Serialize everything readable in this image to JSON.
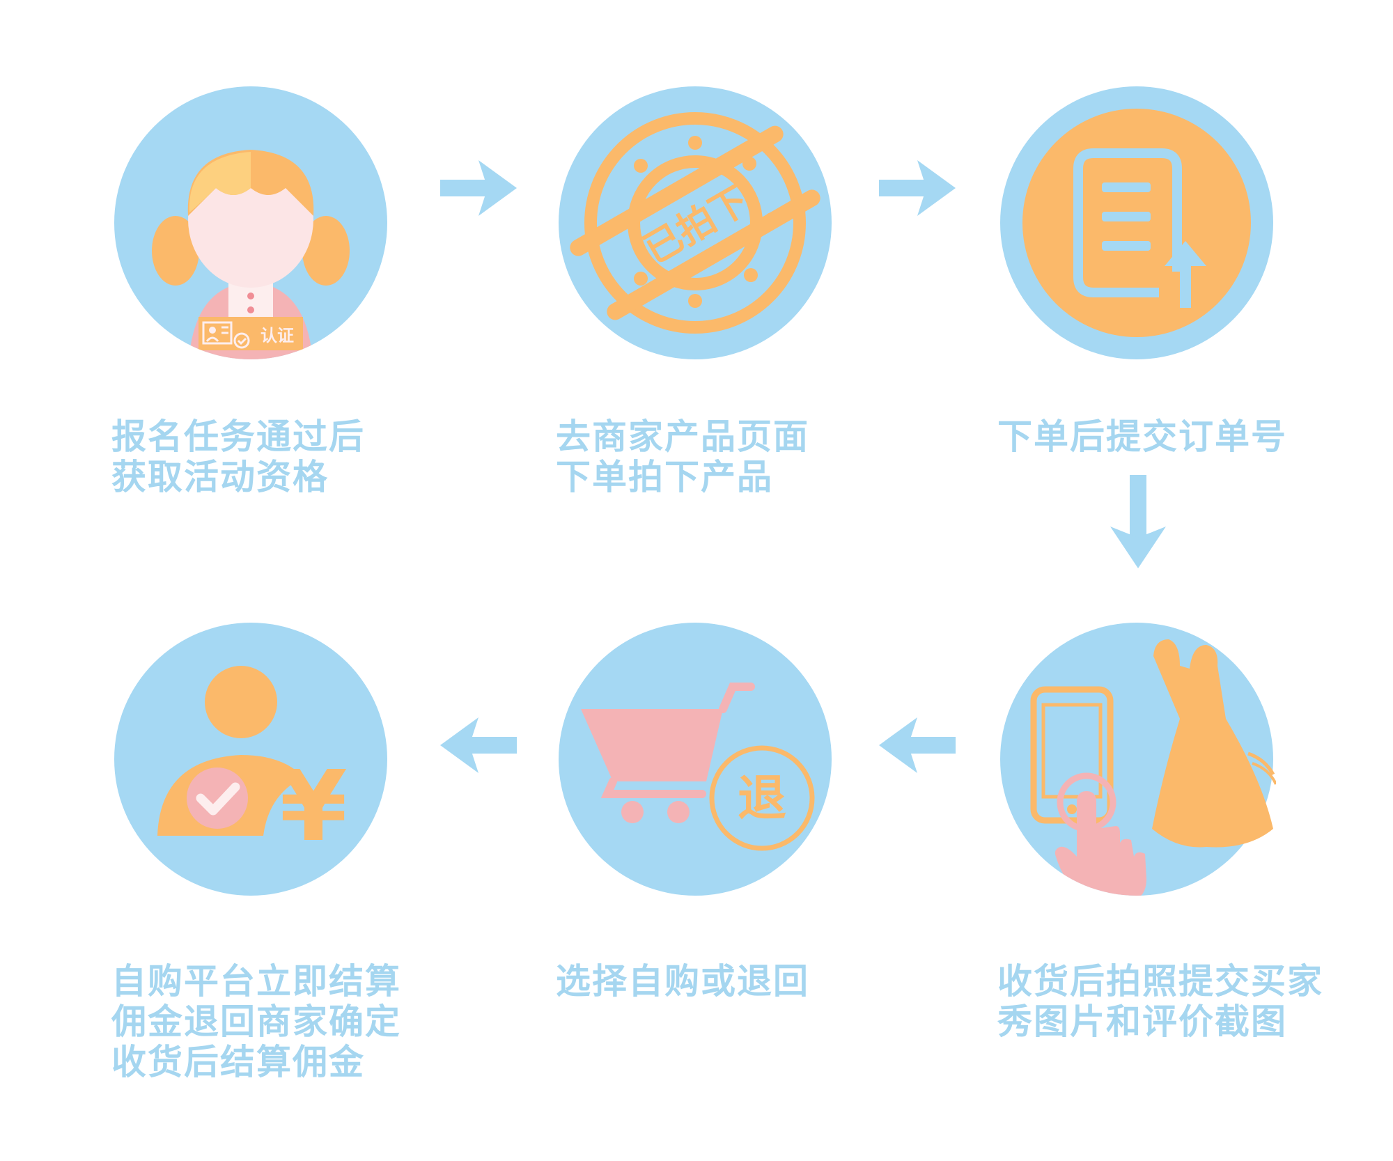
{
  "colors": {
    "circle": "#a5d8f3",
    "accent_orange": "#fbb96a",
    "accent_pink": "#f4b3b5",
    "text": "#a5d6f0",
    "arrow": "#a5d8f3"
  },
  "steps": [
    {
      "id": 1,
      "icon": "girl-avatar-icon",
      "badge_text": "认证",
      "lines": [
        "报名任务通过后",
        "获取活动资格"
      ]
    },
    {
      "id": 2,
      "icon": "order-stamp-icon",
      "stamp_text": "已拍下",
      "lines": [
        "去商家产品页面",
        "下单拍下产品"
      ]
    },
    {
      "id": 3,
      "icon": "document-upload-icon",
      "lines": [
        "下单后提交订单号"
      ]
    },
    {
      "id": 4,
      "icon": "phone-dress-photo-icon",
      "lines": [
        "收货后拍照提交买家",
        "秀图片和评价截图"
      ]
    },
    {
      "id": 5,
      "icon": "cart-return-icon",
      "badge_text": "退",
      "lines": [
        "选择自购或退回"
      ]
    },
    {
      "id": 6,
      "icon": "user-yuan-check-icon",
      "badge_text": "¥",
      "lines": [
        "自购平台立即结算",
        "佣金退回商家确定",
        "收货后结算佣金"
      ]
    }
  ]
}
